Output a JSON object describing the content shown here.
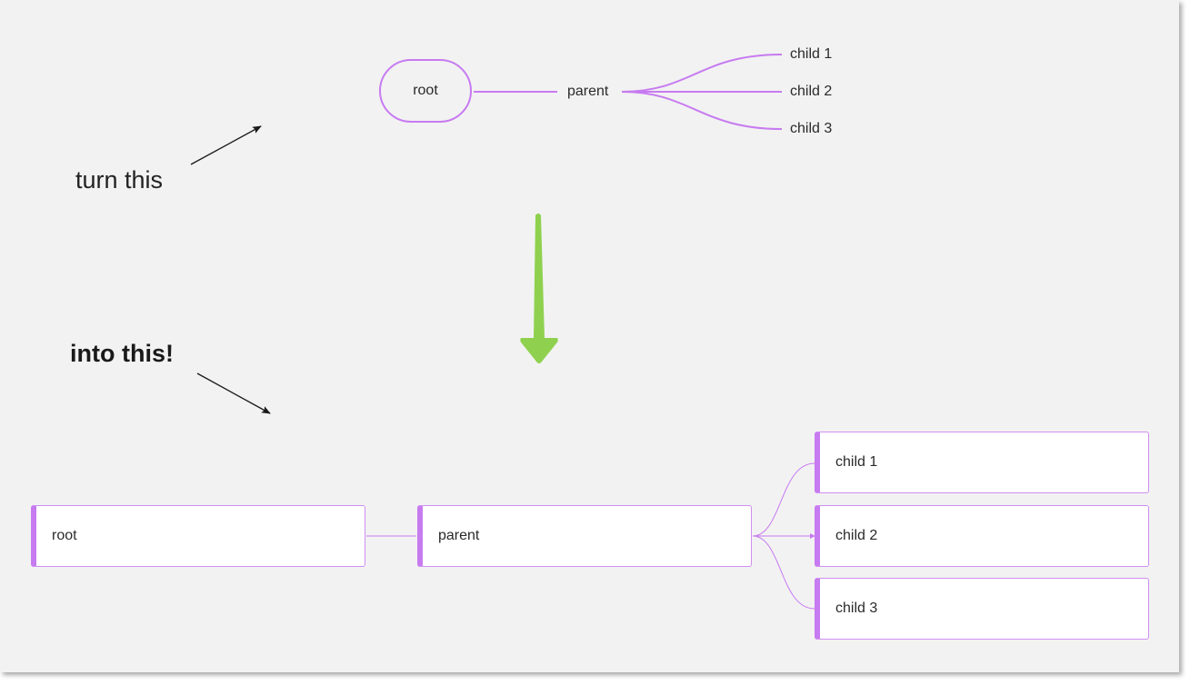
{
  "colors": {
    "accent": "#c77bf0",
    "arrow_green": "#8fd14f",
    "background": "#f2f2f2",
    "annotation": "#1a1a1a"
  },
  "annotations": {
    "top": "turn this",
    "bottom": "into this!"
  },
  "mindmap_before": {
    "root": "root",
    "parent": "parent",
    "children": [
      "child 1",
      "child 2",
      "child 3"
    ]
  },
  "mindmap_after": {
    "root": "root",
    "parent": "parent",
    "children": [
      "child 1",
      "child 2",
      "child 3"
    ]
  }
}
